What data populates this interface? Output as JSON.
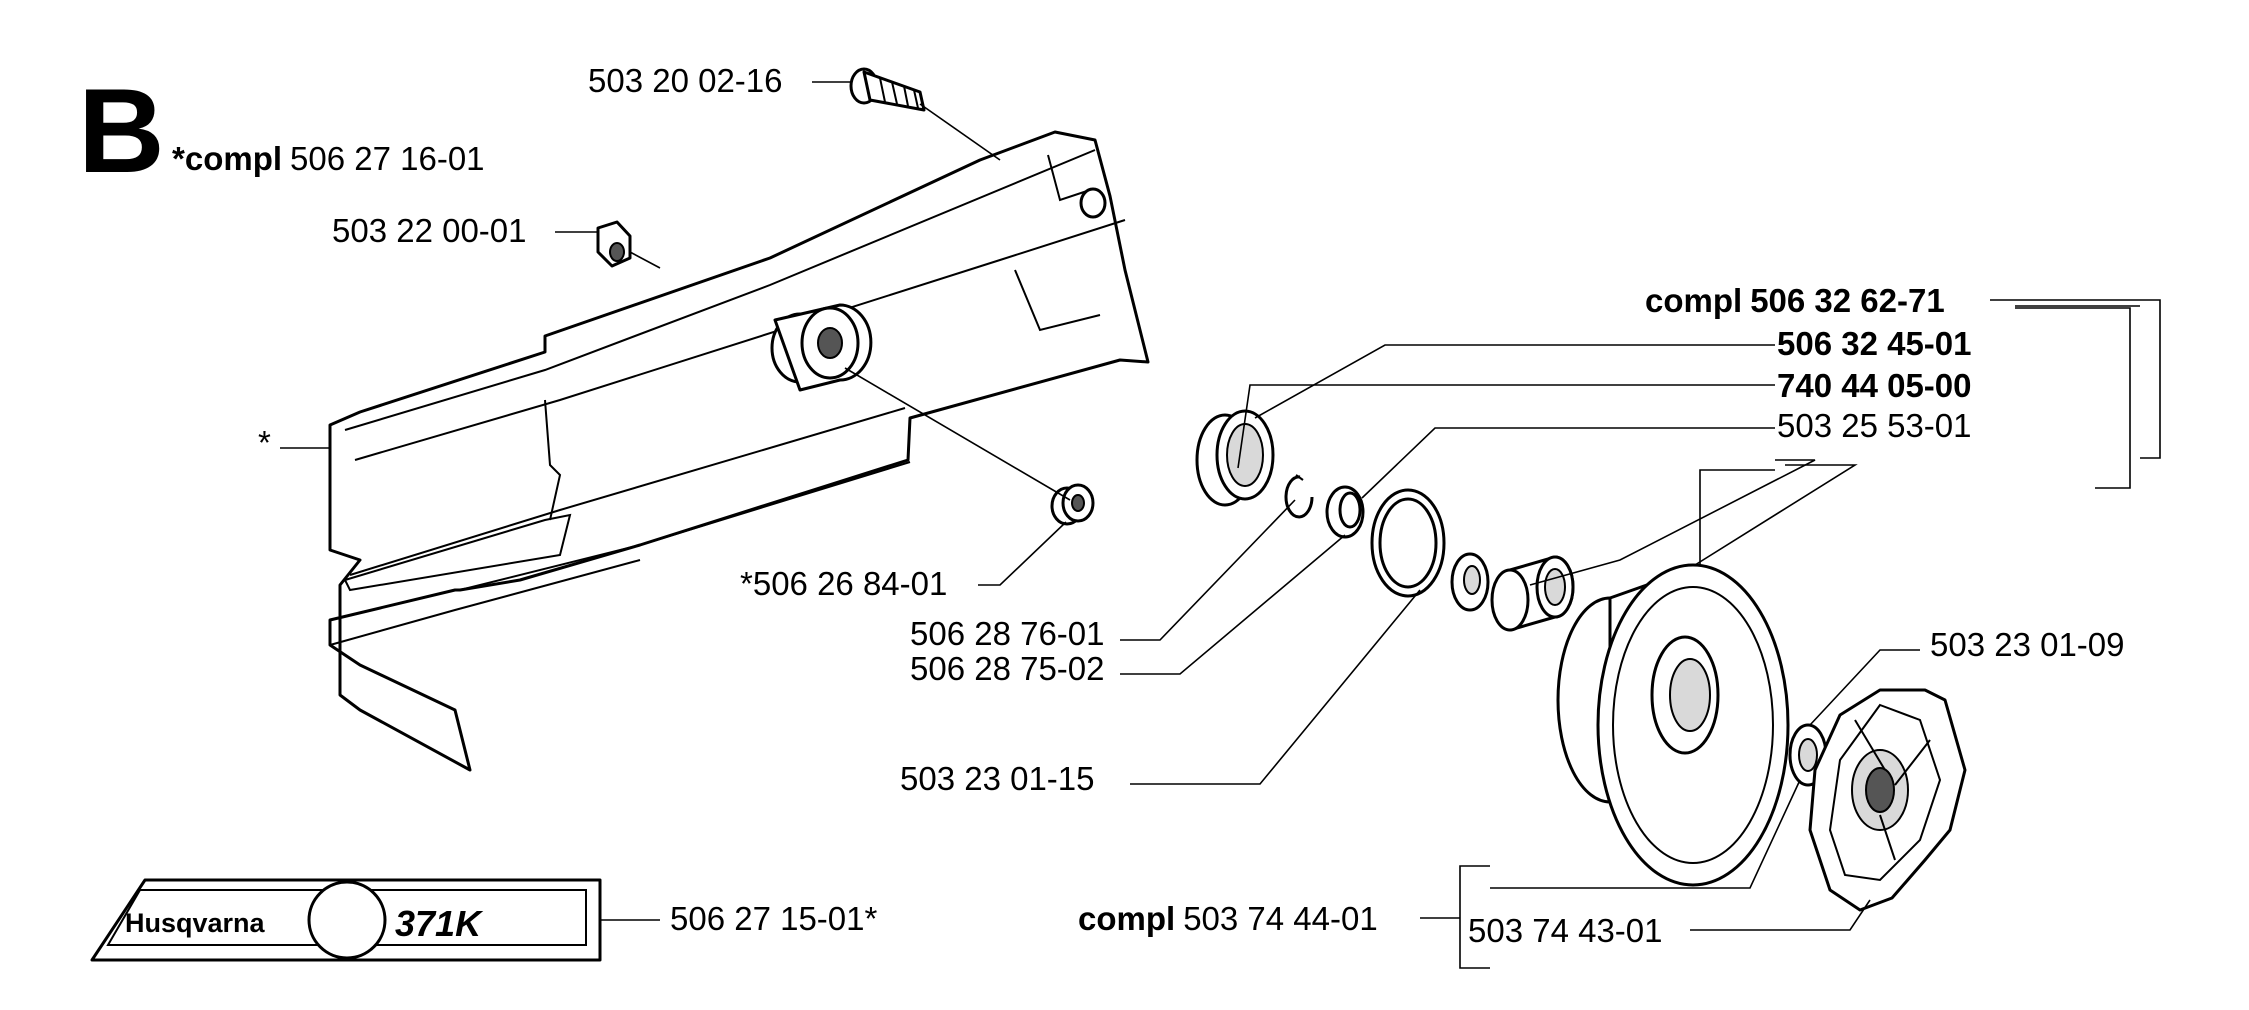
{
  "section_letter": "B",
  "header": {
    "prefix": "*compl",
    "number": "506 27 16-01"
  },
  "labels": {
    "bolt": "503 20 02-16",
    "nut": "503 22 00-01",
    "star": "*",
    "spacer": "*506 26 84-01",
    "ring_a": "506 28 76-01",
    "ring_b": "506 28 75-02",
    "washer": "503 23 01-15",
    "washer_b": "503 23 01-09",
    "compl_drum_prefix": "compl",
    "compl_drum_number": "506 32 62-71",
    "seal": "506 32 45-01",
    "bearing": "740 44 05-00",
    "drum": "503 25 53-01",
    "compl_clutch_prefix": "compl",
    "compl_clutch_number": "503 74 44-01",
    "clutch": "503 74 43-01",
    "decal": "506 27 15-01*"
  },
  "decal": {
    "brand": "Husqvarna",
    "model": "371K"
  }
}
